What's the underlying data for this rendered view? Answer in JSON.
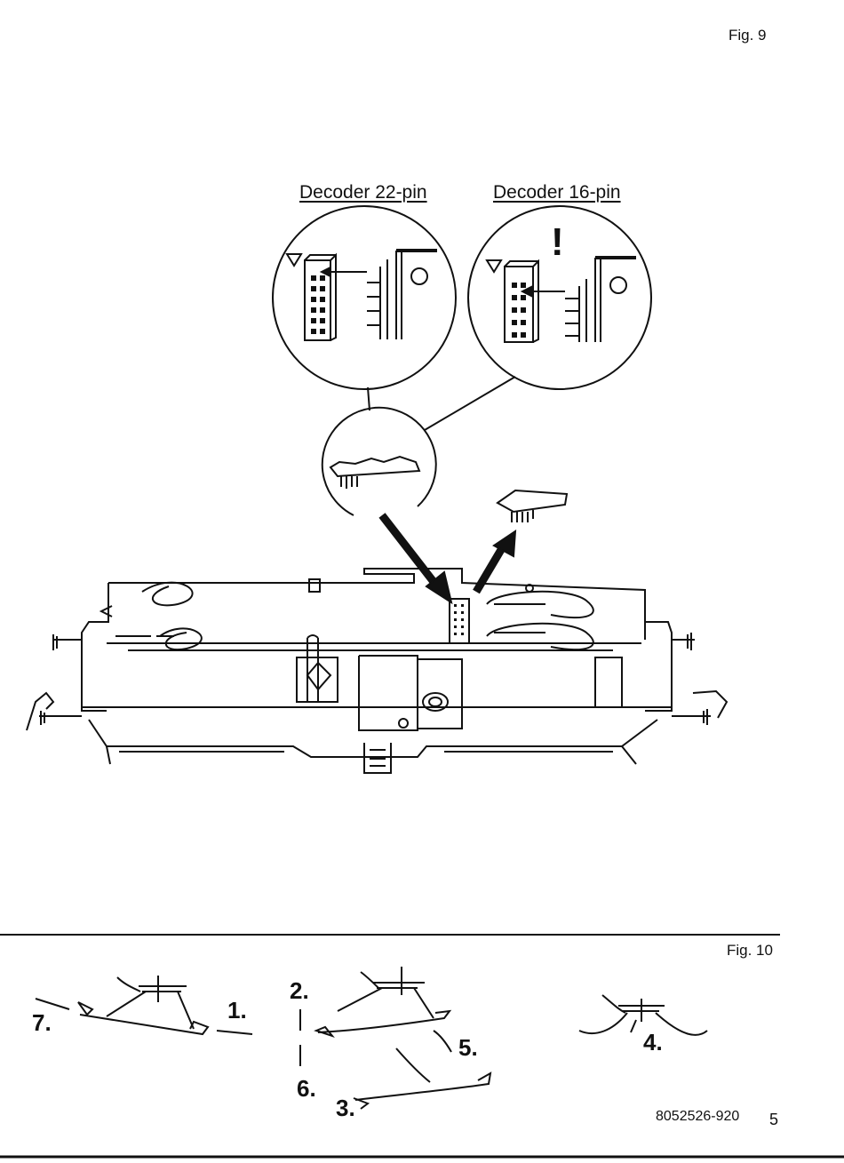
{
  "fig9": {
    "label": "Fig. 9",
    "decoder22_label": "Decoder 22-pin",
    "decoder16_label": "Decoder 16-pin",
    "warning_mark": "!"
  },
  "fig10": {
    "label": "Fig. 10",
    "steps": [
      "1.",
      "2.",
      "3.",
      "4.",
      "5.",
      "6.",
      "7."
    ]
  },
  "footer": {
    "part_number": "8052526-920",
    "page_number": "5"
  }
}
